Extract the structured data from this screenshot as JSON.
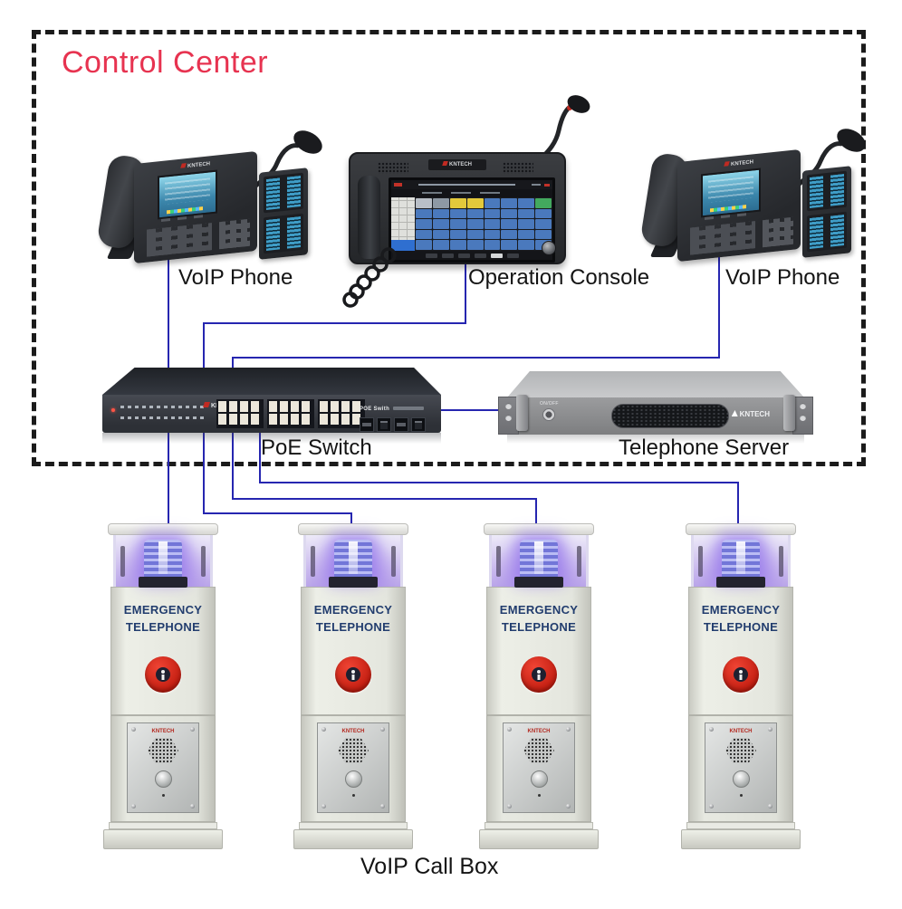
{
  "title": {
    "text": "Control Center",
    "color": "#e73350"
  },
  "labels": {
    "voip_phone_left": "VoIP Phone",
    "operation_console": "Operation Console",
    "voip_phone_right": "VoIP Phone",
    "poe_switch": "PoE Switch",
    "telephone_server": "Telephone Server",
    "voip_call_box": "VoIP Call Box"
  },
  "brand": "KNTECH",
  "poe_switch": {
    "panel_label": "POE Swith"
  },
  "telephone_server": {
    "power_label": "ON/OFF"
  },
  "call_box": {
    "sign_line1": "EMERGENCY",
    "sign_line2": "TELEPHONE"
  },
  "colors": {
    "connection_line": "#2626b0",
    "emergency_button_red": "#cf2318",
    "beacon_purple": "#8d7fe0",
    "sign_text_navy": "#223d6e"
  }
}
